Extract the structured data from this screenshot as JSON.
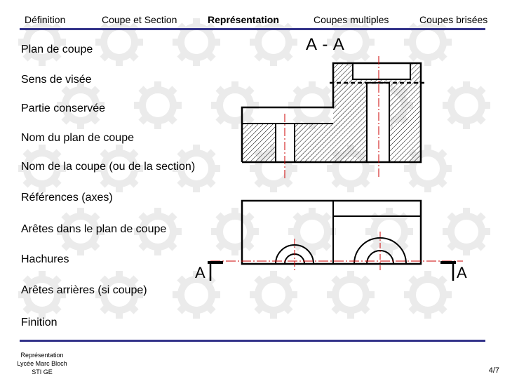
{
  "nav": {
    "items": [
      "Définition",
      "Coupe et Section",
      "Représentation",
      "Coupes multiples",
      "Coupes brisées"
    ],
    "active": "Représentation"
  },
  "items": [
    "Plan de coupe",
    "Sens de visée",
    "Partie conservée",
    "Nom du plan de coupe",
    "Nom de la coupe (ou de la section)",
    "Références (axes)",
    "Arêtes dans le plan de coupe",
    "Hachures",
    "Arêtes arrières (si coupe)",
    "Finition"
  ],
  "drawing": {
    "section_title": "A - A",
    "marker_left": "A",
    "marker_right": "A"
  },
  "footer": {
    "line1": "Représentation",
    "line2": "Lycée Marc Bloch",
    "line3": "STI GE"
  },
  "page": "4/7",
  "colors": {
    "rule": "#33338a",
    "axis": "#cc0000",
    "hatch": "#000000"
  }
}
